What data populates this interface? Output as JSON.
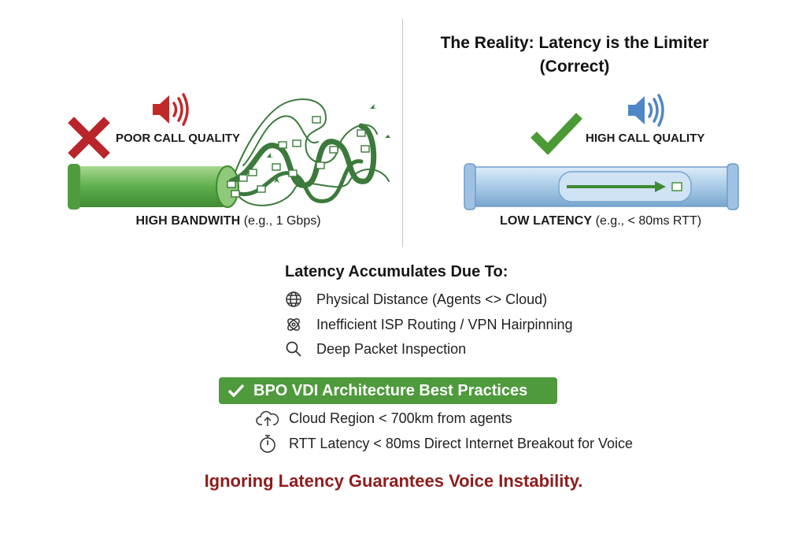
{
  "title": {
    "line1": "The Reality: Latency is the Limiter",
    "line2": "(Correct)"
  },
  "left_panel": {
    "status_label": "POOR CALL QUALITY",
    "caption_bold": "HIGH BANDWITH",
    "caption_detail": " (e.g., 1 Gbps)",
    "speaker_color": "#c22a2a",
    "mark_color": "#b8252a",
    "pipe_color": "#5fae4c"
  },
  "right_panel": {
    "status_label": "HIGH CALL QUALITY",
    "caption_bold": "LOW LATENCY",
    "caption_detail": " (e.g., < 80ms RTT)",
    "speaker_color": "#4f86c6",
    "mark_color": "#4b9a35",
    "pipe_color": "#a9cbe8"
  },
  "latency": {
    "heading": "Latency Accumulates Due To:",
    "causes": [
      {
        "icon": "globe-icon",
        "text": "Physical Distance (Agents <> Cloud)"
      },
      {
        "icon": "routing-icon",
        "text": "Inefficient ISP Routing / VPN Hairpinning"
      },
      {
        "icon": "magnifier-icon",
        "text": "Deep Packet Inspection"
      }
    ]
  },
  "best_practices": {
    "heading": "BPO VDI Architecture Best Practices",
    "accent": "#4e9a3c",
    "items": [
      {
        "icon": "cloud-upload-icon",
        "text": "Cloud Region < 700km from agents"
      },
      {
        "icon": "stopwatch-icon",
        "text": "RTT Latency < 80ms  Direct Internet Breakout for Voice"
      }
    ]
  },
  "warning": "Ignoring Latency Guarantees Voice Instability."
}
